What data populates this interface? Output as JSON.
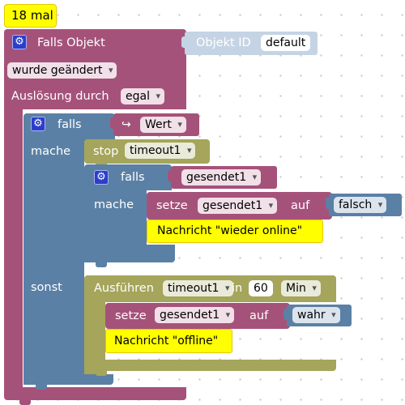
{
  "comment_bubble": {
    "text": "18 mal"
  },
  "trigger_block": {
    "header_label": "Falls Objekt",
    "object_id_label": "Objekt ID",
    "object_id_value": "default",
    "change_value": "wurde geändert",
    "trigger_label": "Auslösung durch",
    "trigger_value": "egal"
  },
  "outer_if": {
    "if_label": "falls",
    "do_label": "mache",
    "else_label": "sonst",
    "condition_value": "Wert"
  },
  "stop_block": {
    "label": "stop",
    "timer": "timeout1"
  },
  "inner_if": {
    "if_label": "falls",
    "do_label": "mache",
    "variable": "gesendet1"
  },
  "set_false_block": {
    "set_label": "setze",
    "variable": "gesendet1",
    "to_label": "auf",
    "value": "falsch"
  },
  "message_online": {
    "text": "Nachricht \"wieder online\""
  },
  "timeout_block": {
    "label": "Ausführen",
    "timer": "timeout1",
    "in_label": "in",
    "amount": "60",
    "unit": "Min"
  },
  "set_true_block": {
    "set_label": "setze",
    "variable": "gesendet1",
    "to_label": "auf",
    "value": "wahr"
  },
  "message_offline": {
    "text": "Nachricht \"offline\""
  },
  "colors": {
    "trigger": "#a5527a",
    "logic": "#5b80a5",
    "timer": "#a5a55b",
    "variable": "#a5527a",
    "value": "#5b80a5",
    "message": "#ffff00",
    "object_id": "#c5d4e4"
  }
}
